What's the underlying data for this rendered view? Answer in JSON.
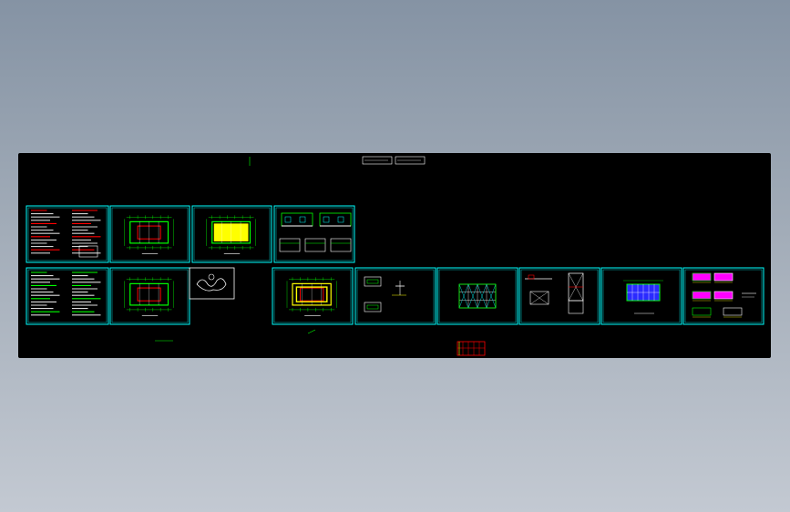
{
  "viewer": {
    "background_top": "#8593a4",
    "background_bottom": "#c3c9d2",
    "canvas_color": "#000000"
  },
  "palette": {
    "frame": "#00ffff",
    "wall": "#00ff00",
    "highlight": "#ffff00",
    "accent_red": "#ff0000",
    "accent_magenta": "#ff00ff",
    "accent_blue": "#2a2aff",
    "white": "#ffffff"
  },
  "sheets": [
    {
      "id": "sheet-notes-1",
      "type": "text-notes"
    },
    {
      "id": "sheet-plan-1",
      "type": "floor-plan-red"
    },
    {
      "id": "sheet-plan-2",
      "type": "floor-plan-yellow"
    },
    {
      "id": "sheet-elevations",
      "type": "elevations"
    },
    {
      "id": "sheet-notes-2",
      "type": "text-notes-green"
    },
    {
      "id": "sheet-plan-3",
      "type": "floor-plan-red"
    },
    {
      "id": "sheet-sketch",
      "type": "white-sketch"
    },
    {
      "id": "sheet-plan-4",
      "type": "floor-plan-yellow-red"
    },
    {
      "id": "sheet-details-1",
      "type": "details"
    },
    {
      "id": "sheet-grid-plan",
      "type": "grid-plan"
    },
    {
      "id": "sheet-details-2",
      "type": "details-red"
    },
    {
      "id": "sheet-blue-plan",
      "type": "blue-plan"
    },
    {
      "id": "sheet-sections",
      "type": "magenta-sections"
    }
  ]
}
